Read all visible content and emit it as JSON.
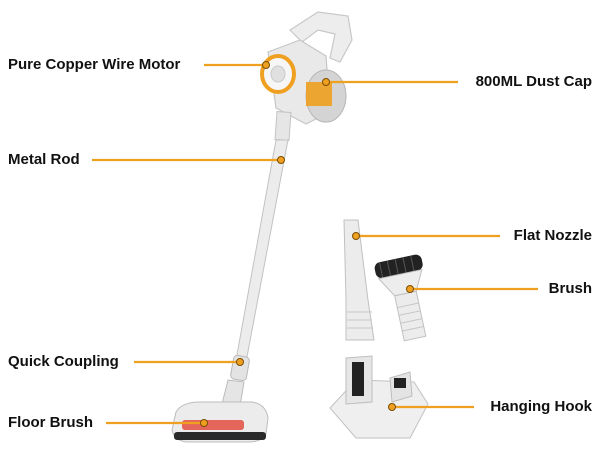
{
  "colors": {
    "accent": "#f0a020",
    "body": "#e9e9e9",
    "shadow": "#bdbdbd",
    "dark": "#2a2a2a",
    "red": "#e23a2a"
  },
  "labels": {
    "motor": "Pure Copper Wire Motor",
    "dust_cap": "800ML Dust Cap",
    "metal_rod": "Metal Rod",
    "flat_nozzle": "Flat Nozzle",
    "brush": "Brush",
    "quick_coupling": "Quick Coupling",
    "hanging_hook": "Hanging Hook",
    "floor_brush": "Floor Brush"
  }
}
